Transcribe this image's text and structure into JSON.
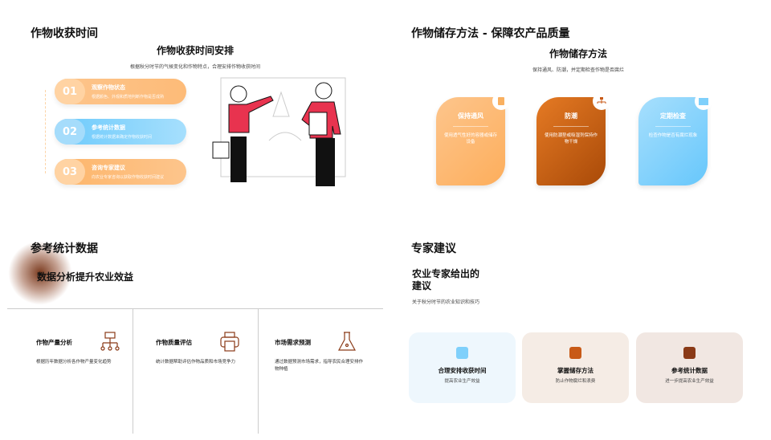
{
  "harvest": {
    "title": "作物收获时间",
    "subtitle": "作物收获时间安排",
    "desc": "根据秋分时节的气候变化和作物特点，合理安排作物收获时间",
    "steps": [
      {
        "num": "01",
        "title": "观察作物状态",
        "desc": "根据颜色、外观和质地判断作物是否成熟"
      },
      {
        "num": "02",
        "title": "参考统计数据",
        "desc": "根据统计数据来确定作物收获时间"
      },
      {
        "num": "03",
        "title": "咨询专家建议",
        "desc": "向农业专家咨询以获取作物收获时间建议"
      }
    ]
  },
  "storage": {
    "title": "作物储存方法 - 保障农产品质量",
    "subtitle": "作物储存方法",
    "desc": "保持通风、防潮，并定期检查作物是否腐烂",
    "cards": [
      {
        "title": "保持通风",
        "desc": "使用透气性好的容器或储存设备",
        "icon": "file-icon"
      },
      {
        "title": "防潮",
        "desc": "使用防潮垫或吸湿剂保持作物干燥",
        "icon": "hierarchy-icon"
      },
      {
        "title": "定期检查",
        "desc": "检查作物是否有腐烂现象",
        "icon": "image-icon"
      }
    ]
  },
  "stats": {
    "title": "参考统计数据",
    "subtitle": "数据分析提升农业效益",
    "columns": [
      {
        "title": "作物产量分析",
        "desc": "根据历年数据分析各作物产量变化趋势",
        "icon": "hierarchy-icon"
      },
      {
        "title": "作物质量评估",
        "desc": "统计数据帮助评估作物品质和市场竞争力",
        "icon": "printer-icon"
      },
      {
        "title": "市场需求预测",
        "desc": "通过数据预测市场需求，指导农民合理安排作物种植",
        "icon": "flask-icon"
      }
    ]
  },
  "advice": {
    "title": "专家建议",
    "heading": "农业专家给出的建议",
    "desc": "关于秋分时节的农业知识和技巧",
    "cards": [
      {
        "title": "合理安排收获时间",
        "desc": "提高农业生产效益"
      },
      {
        "title": "掌握储存方法",
        "desc": "防止作物腐烂和浪费"
      },
      {
        "title": "参考统计数据",
        "desc": "进一步提高农业生产效益"
      }
    ]
  },
  "colors": {
    "orange": "#fdb56a",
    "blue": "#7fd0fb",
    "rust": "#b9500f",
    "brown": "#8a3a17"
  }
}
